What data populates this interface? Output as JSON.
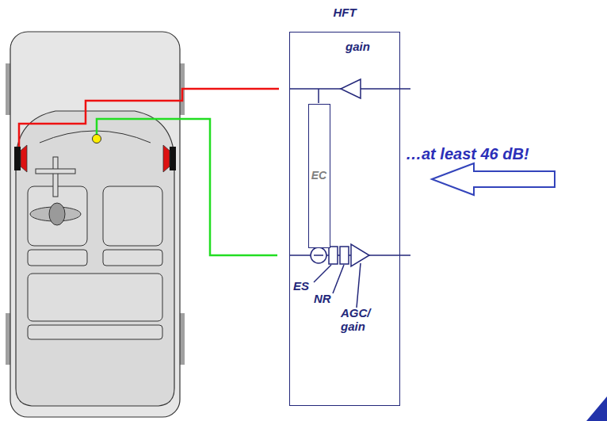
{
  "diagram": {
    "nodes": [
      {
        "text": [
          "HFT"
        ]
      },
      {
        "text": [
          "EC"
        ],
        "in": 0
      }
    ],
    "labels": [
      "gain",
      "…at least 46 dB!",
      "ES",
      "NR",
      "AGC/ gain"
    ]
  }
}
